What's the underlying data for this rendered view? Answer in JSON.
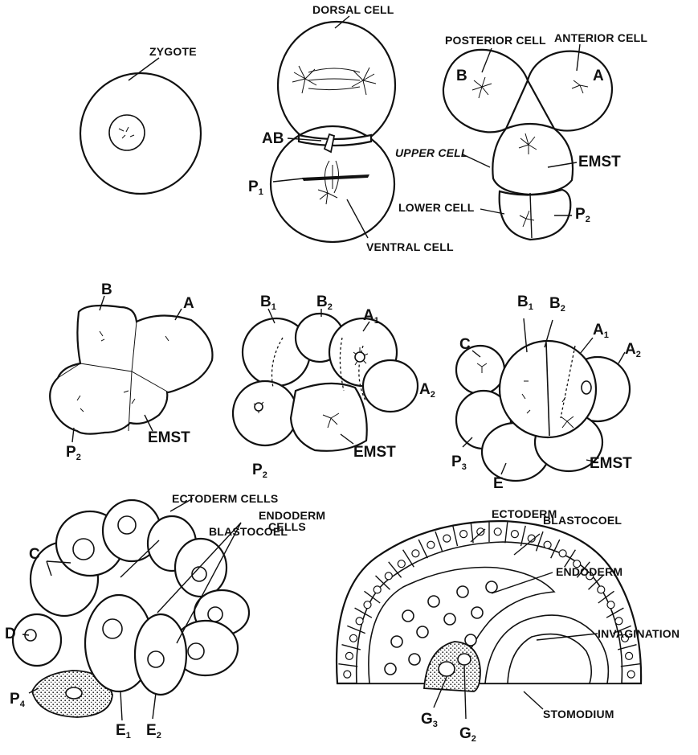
{
  "labels": {
    "zygote": "ZYGOTE",
    "dorsal_cell": "DORSAL CELL",
    "ab": "AB",
    "p1": "P",
    "p1_sub": "1",
    "ventral_cell": "VENTRAL CELL",
    "posterior_cell": "POSTERIOR CELL",
    "anterior_cell": "ANTERIOR CELL",
    "b": "B",
    "a": "A",
    "upper_cell": "UPPER CELL",
    "emst": "EMST",
    "lower_cell": "LOWER CELL",
    "p2": "P",
    "p2_sub": "2",
    "b_sub1": "1",
    "b_sub2": "2",
    "a_sub1": "1",
    "a_sub2": "2",
    "c": "C",
    "p3": "P",
    "p3_sub": "3",
    "e": "E",
    "ectoderm_cells": "ECTODERM CELLS",
    "blastocoel": "BLASTOCOEL",
    "endoderm_cells_1": "ENDODERM",
    "endoderm_cells_2": "CELLS",
    "d": "D",
    "p4": "P",
    "p4_sub": "4",
    "e1": "E",
    "e1_sub": "1",
    "e2": "E",
    "e2_sub": "2",
    "ectoderm": "ECTODERM",
    "endoderm": "ENDODERM",
    "invagination": "INVAGINATION",
    "stomodium": "STOMODIUM",
    "g3": "G",
    "g3_sub": "3",
    "g2": "G",
    "g2_sub": "2"
  }
}
